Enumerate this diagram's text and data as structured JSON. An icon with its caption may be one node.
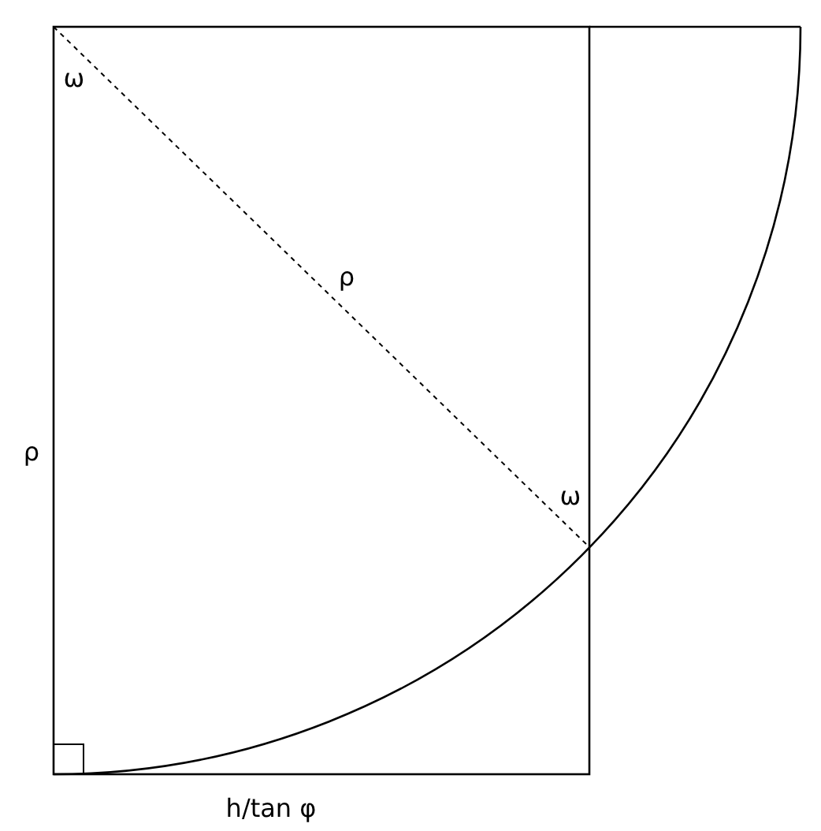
{
  "diagram": {
    "labels": [
      "ω",
      "ρ",
      "ω",
      "ρ",
      "h/tan φ"
    ]
  }
}
